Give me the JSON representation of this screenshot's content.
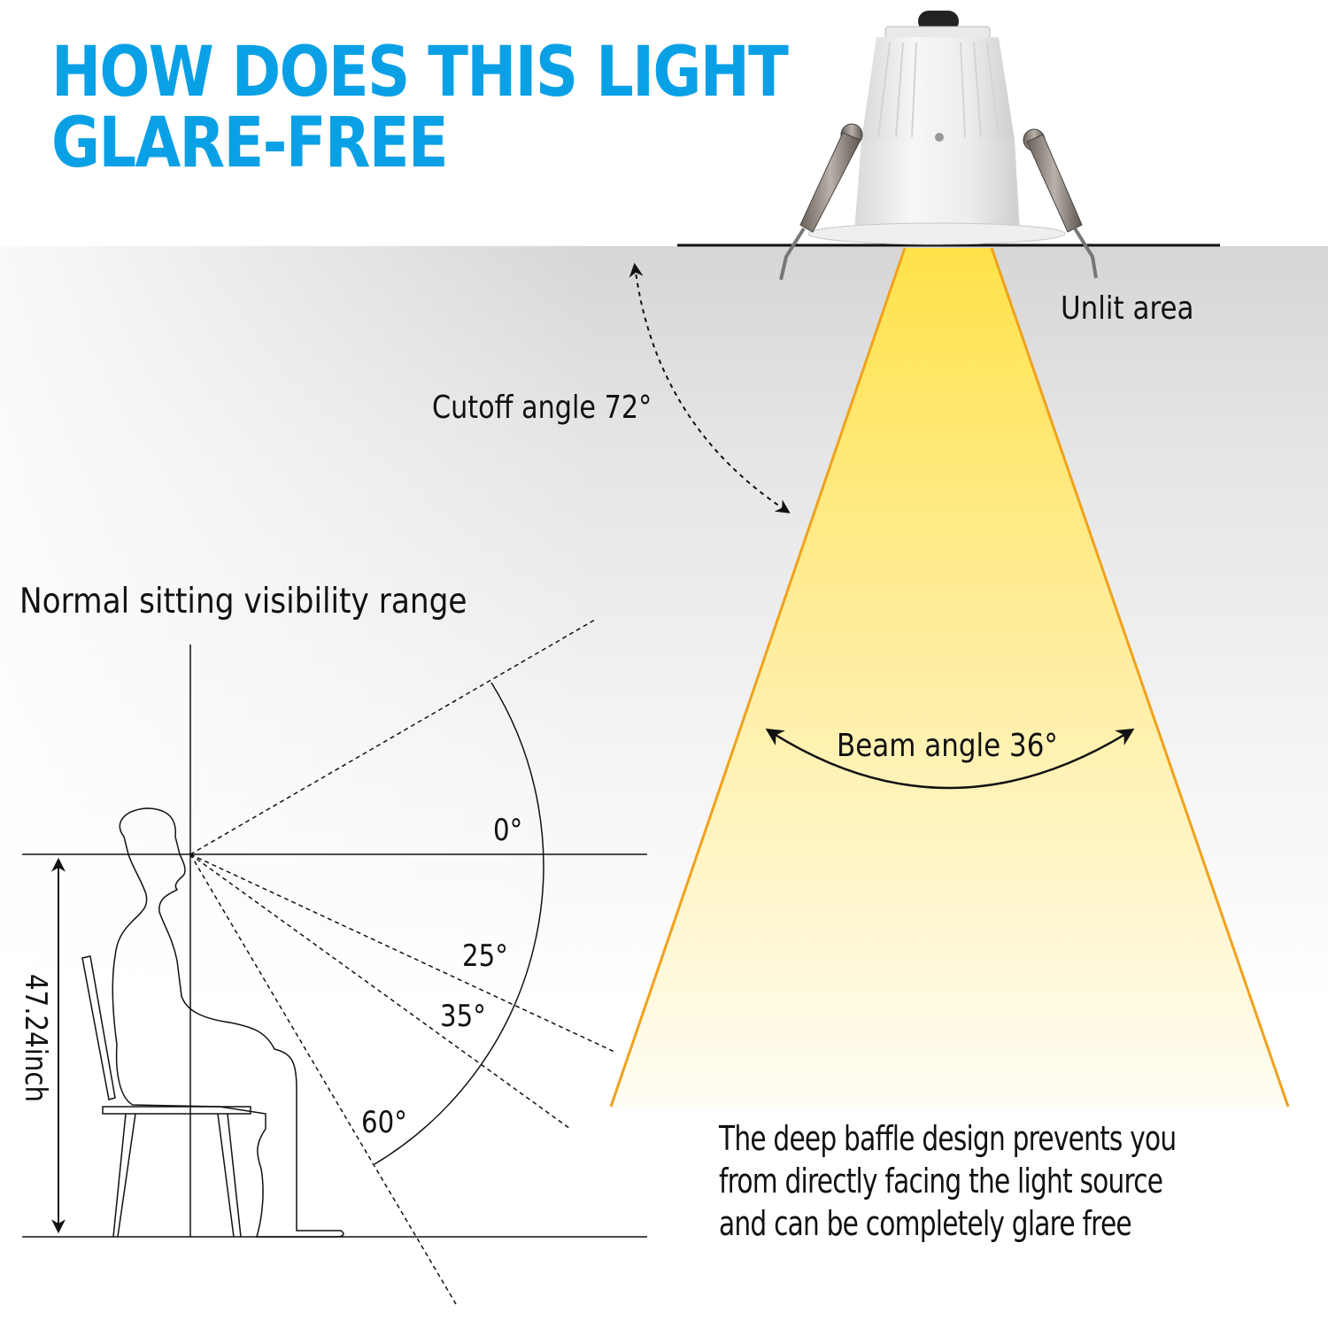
{
  "title": {
    "line1": "HOW DOES THIS LIGHT",
    "line2": "GLARE-FREE",
    "color": "#0AA0E6"
  },
  "fixture": {
    "icon": "recessed-downlight-icon",
    "ceiling_line_color": "#111111"
  },
  "labels": {
    "unlit_area": "Unlit area",
    "cutoff_angle": "Cutoff angle 72°",
    "beam_angle": "Beam angle 36°",
    "sitting_range": "Normal sitting visibility range",
    "height": "47.24inch"
  },
  "angles": {
    "a0": "0°",
    "a25": "25°",
    "a35": "35°",
    "a60": "60°"
  },
  "description": {
    "line1": "The deep baffle design prevents you",
    "line2": "from directly facing the light source",
    "line3": "and can be completely glare free"
  },
  "colors": {
    "beam_edge": "#F0A21C",
    "beam_top": "#FFE24A",
    "beam_bottom": "#FFFBEA"
  }
}
